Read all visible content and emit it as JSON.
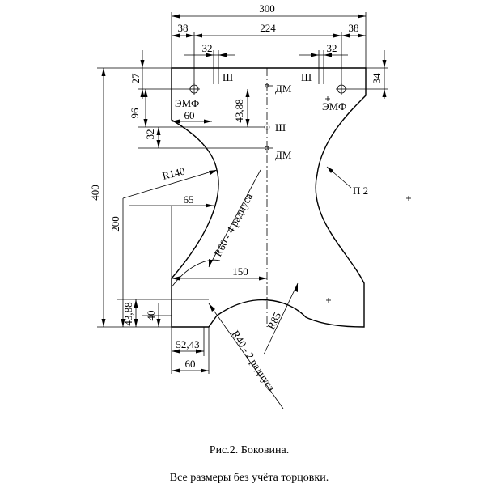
{
  "figure": {
    "dimensions": {
      "overall_width": "300",
      "left_edge_offset": "38",
      "hole_span": "224",
      "right_edge_offset": "38",
      "hole_pitch_left": "32",
      "hole_pitch_right": "32",
      "top_offset_left": "27",
      "top_offset_right": "34",
      "offset_96": "96",
      "offset_32": "32",
      "width_60_top": "60",
      "depth_43_88_top": "43,88",
      "overall_height": "400",
      "height_200": "200",
      "width_65": "65",
      "width_150": "150",
      "height_43_88_bottom": "43,88",
      "height_40": "40",
      "width_52_43": "52,43",
      "width_60_bottom": "60"
    },
    "labels": {
      "sh_top_left": "Ш",
      "sh_top_right": "Ш",
      "sh_mid": "Ш",
      "dm_top": "ДМ",
      "dm_mid": "ДМ",
      "emf_left": "ЭМФ",
      "emf_right": "ЭМФ",
      "radius_140": "R140",
      "radius_60": "R60 - 4 радиуса",
      "radius_85": "R85",
      "radius_40": "R40 - 2 радиуса",
      "p2": "П 2"
    },
    "caption": "Рис.2. Боковина.",
    "note": "Все размеры без учёта торцовки."
  }
}
